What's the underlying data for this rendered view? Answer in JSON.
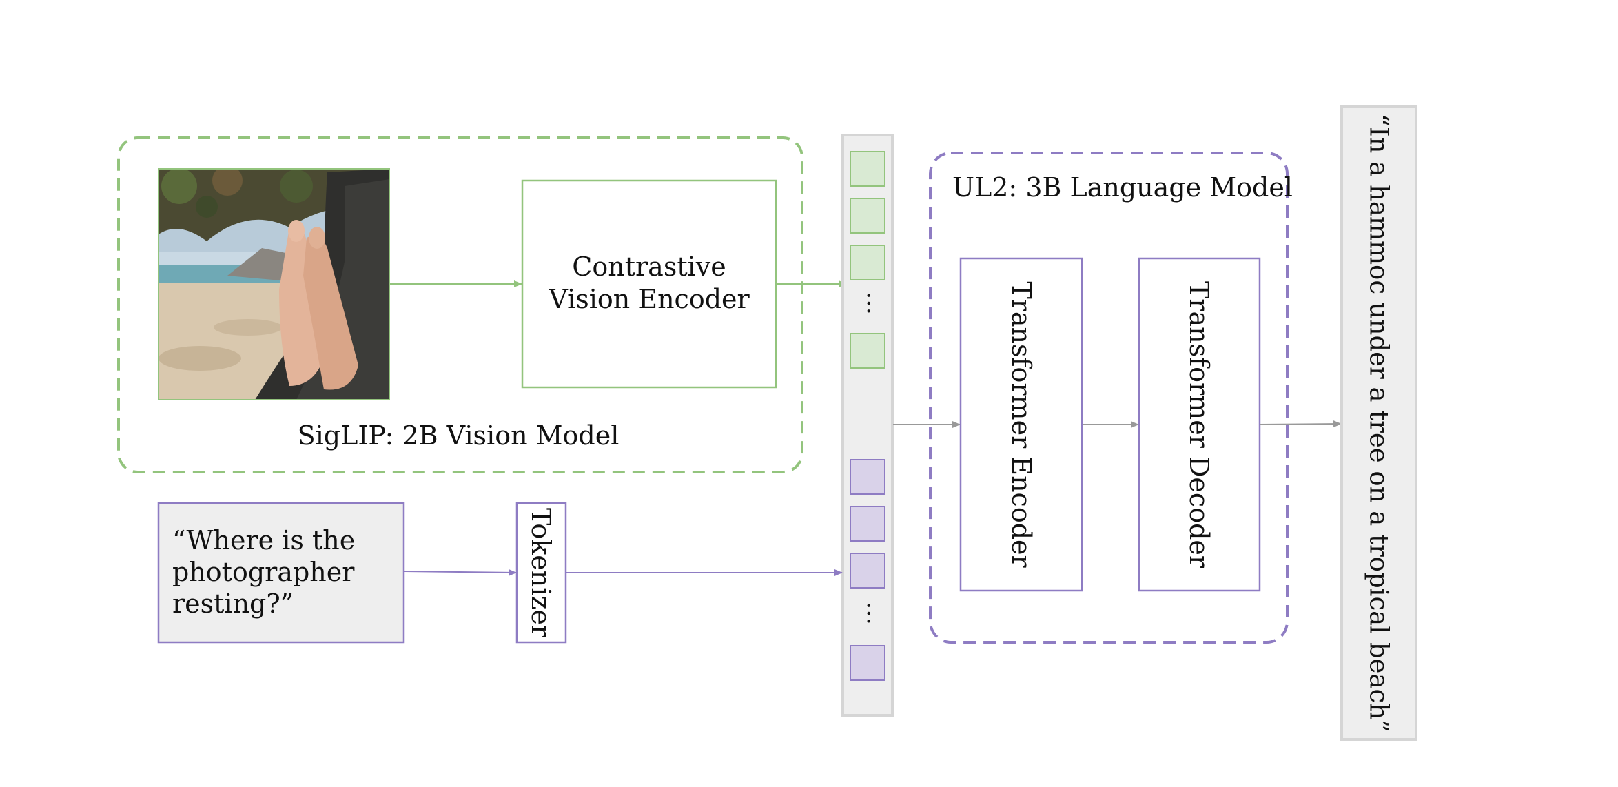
{
  "vision_model": {
    "label": "SigLIP: 2B Vision Model",
    "encoder_line1": "Contrastive",
    "encoder_line2": "Vision Encoder",
    "image_icon": "beach-hammock-photo-icon",
    "color": "#93c47d",
    "fill": "#d9ead3"
  },
  "prompt": {
    "line1": "“Where is the",
    "line2": "photographer",
    "line3": "resting?”"
  },
  "tokenizer": {
    "label": "Tokenizer"
  },
  "token_sequence": {
    "ellipsis_vision": "…",
    "ellipsis_text": "…",
    "text_color": "#8e7cc3",
    "text_fill": "#d9d2e9",
    "bar_fill": "#eeeeee",
    "bar_stroke": "#d5d5d5"
  },
  "language_model": {
    "label": "UL2: 3B Language Model",
    "encoder": "Transformer Encoder",
    "decoder": "Transformer Decoder",
    "color": "#8e7cc3"
  },
  "output": {
    "text": "“In a hammoc under a tree on a tropical beach”"
  },
  "colors": {
    "arrow_gray": "#999999",
    "output_fill": "#eeeeee",
    "output_stroke": "#d5d5d5"
  }
}
